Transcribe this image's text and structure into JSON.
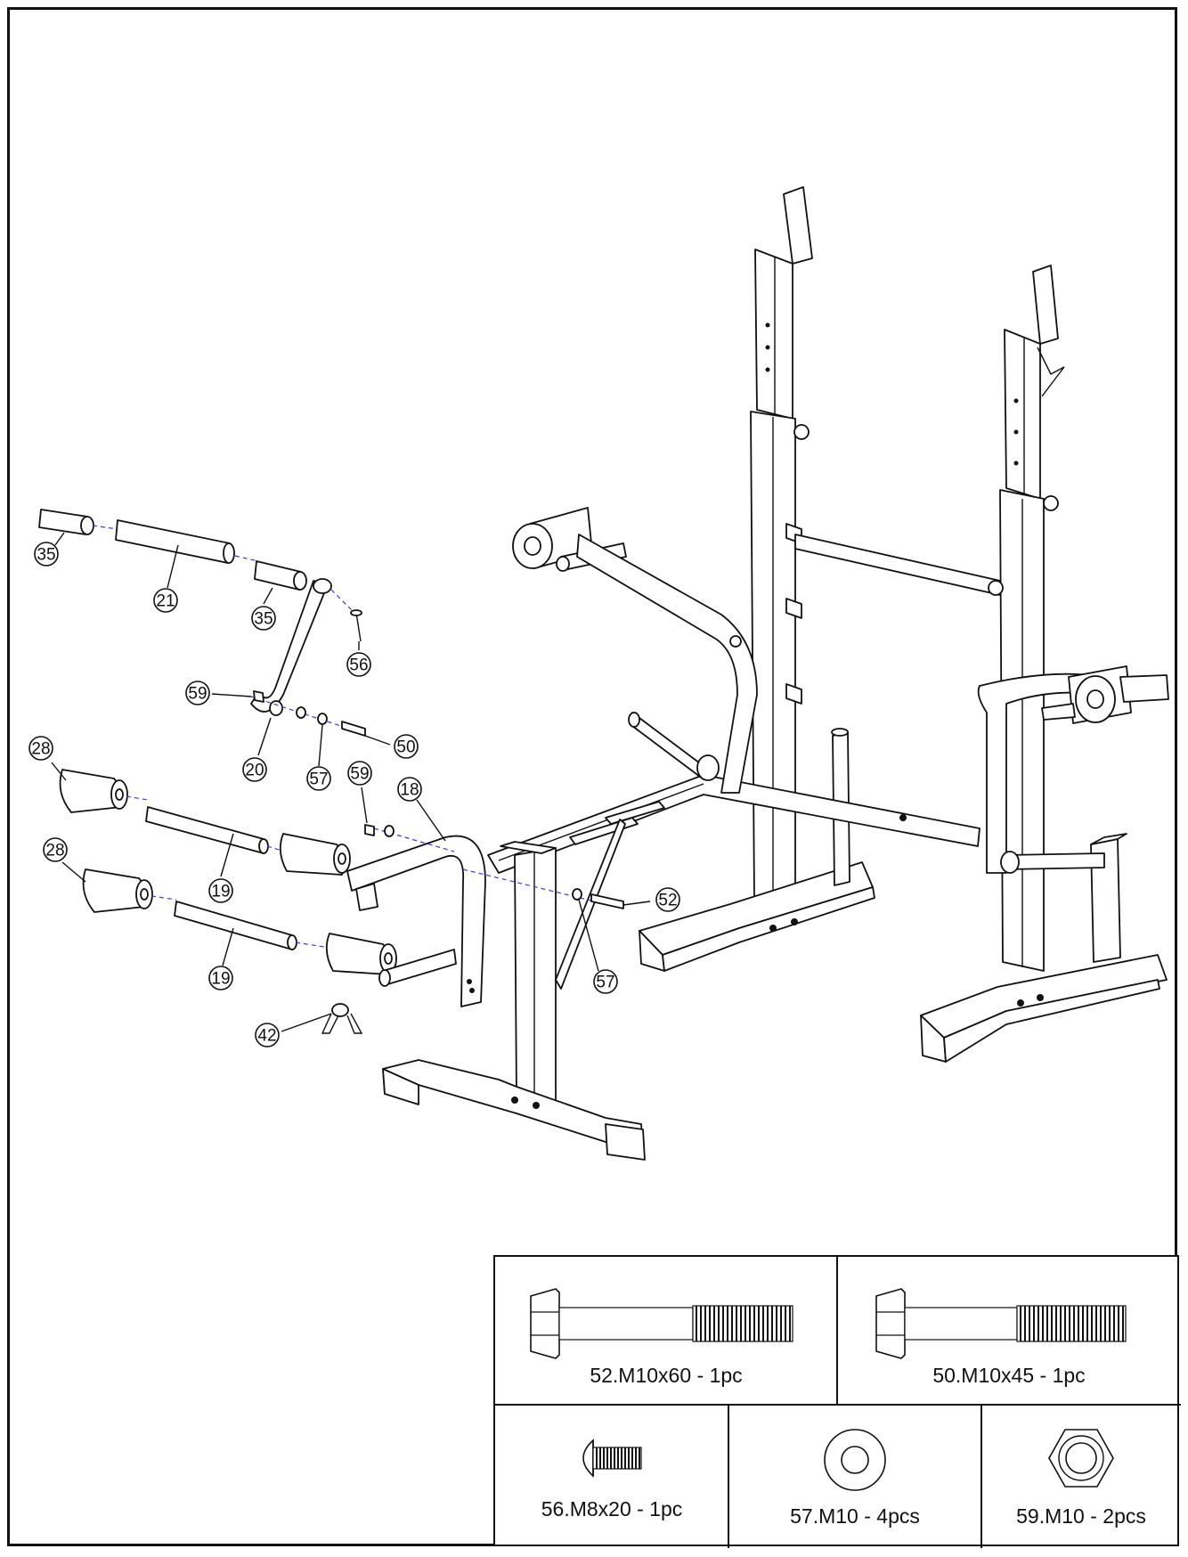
{
  "callouts": [
    {
      "id": "c35a",
      "label": "35"
    },
    {
      "id": "c21",
      "label": "21"
    },
    {
      "id": "c35b",
      "label": "35"
    },
    {
      "id": "c56",
      "label": "56"
    },
    {
      "id": "c59a",
      "label": "59"
    },
    {
      "id": "c50",
      "label": "50"
    },
    {
      "id": "c20",
      "label": "20"
    },
    {
      "id": "c57a",
      "label": "57"
    },
    {
      "id": "c59b",
      "label": "59"
    },
    {
      "id": "c18",
      "label": "18"
    },
    {
      "id": "c28a",
      "label": "28"
    },
    {
      "id": "c28b",
      "label": "28"
    },
    {
      "id": "c19a",
      "label": "19"
    },
    {
      "id": "c19b",
      "label": "19"
    },
    {
      "id": "c52",
      "label": "52"
    },
    {
      "id": "c57b",
      "label": "57"
    },
    {
      "id": "c42",
      "label": "42"
    }
  ],
  "hardware": {
    "bolt52": "52.M10x60 - 1pc",
    "bolt50": "50.M10x45 - 1pc",
    "bolt56": "56.M8x20 - 1pc",
    "washer57": "57.M10 - 4pcs",
    "nut59": "59.M10 - 2pcs"
  },
  "colors": {
    "line": "#111111",
    "axis_dash": "#3b3bd6",
    "background": "#ffffff"
  }
}
